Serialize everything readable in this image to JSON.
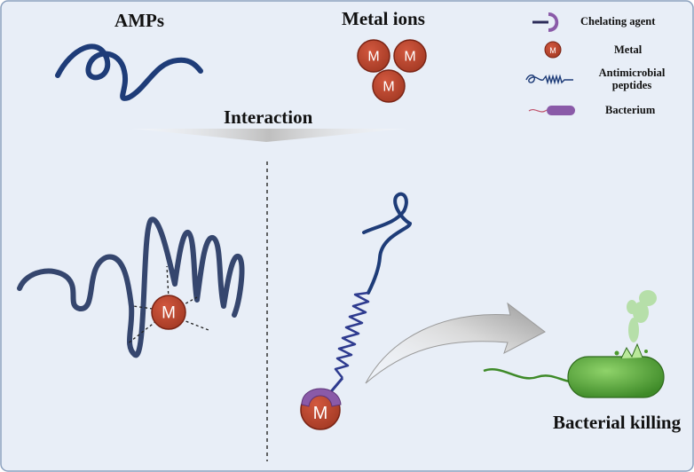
{
  "labels": {
    "amps": "AMPs",
    "metal_ions": "Metal ions",
    "interaction": "Interaction",
    "bacterial_killing": "Bacterial killing"
  },
  "legend": {
    "chelating_agent": "Chelating agent",
    "metal": "Metal",
    "amp_line1": "Antimicrobial",
    "amp_line2": "peptides",
    "bacterium": "Bacterium"
  },
  "metal_symbol": "M",
  "colors": {
    "background": "#e8eef7",
    "border": "#8aa0bd",
    "peptide": "#1e3c78",
    "peptide_complex": "#35466e",
    "metal_fill": "#b8432c",
    "metal_stroke": "#7a2415",
    "chelator": "#8a5aa8",
    "bacterium": "#5aa33c",
    "arrow": "#c8c8c8"
  }
}
